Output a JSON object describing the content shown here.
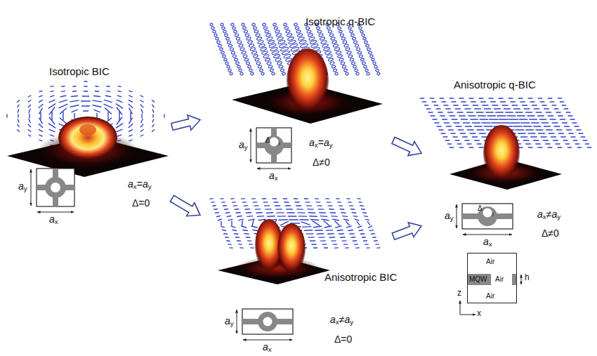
{
  "diagram": {
    "nodes": [
      {
        "text": [
          "Isotropic BIC"
        ]
      },
      {
        "text": [
          "Isotropic q-BIC"
        ]
      },
      {
        "text": [
          "Anisotropic BIC"
        ]
      },
      {
        "text": [
          "Anisotropic q-BIC"
        ]
      },
      {
        "text": [
          "Air",
          "MQW",
          "Air",
          "Air"
        ],
        "in": 3
      }
    ],
    "edges": [
      {
        "from": 0,
        "to": 1,
        "arrow": "to"
      },
      {
        "from": 0,
        "to": 2,
        "arrow": "to"
      },
      {
        "from": 1,
        "to": 3,
        "arrow": "to"
      },
      {
        "from": 2,
        "to": 3,
        "arrow": "to"
      }
    ],
    "labels": [
      "ay",
      "ax",
      "ax=ay",
      "Δ=0",
      "Δ",
      "ay",
      "ax",
      "ax=ay",
      "Δ≠0",
      "ay",
      "ax",
      "ax≠ay",
      "Δ=0",
      "ay",
      "Δ",
      "ax",
      "ax≠ay",
      "Δ≠0",
      "h",
      "z",
      "x"
    ]
  }
}
